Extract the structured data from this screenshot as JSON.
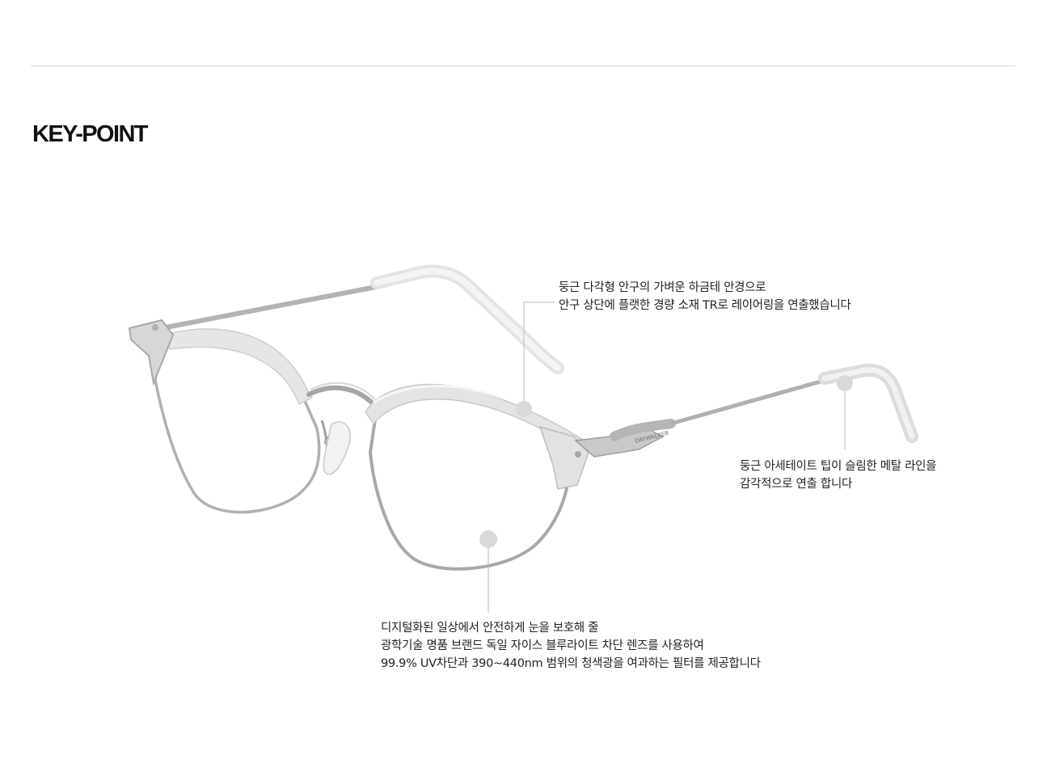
{
  "section": {
    "title": "KEY-POINT"
  },
  "product": {
    "temple_brand": "DAYWALKER"
  },
  "callouts": {
    "top": {
      "line1": "둥근 다각형 안구의 가벼운 하금테 안경으로",
      "line2": "안구 상단에 플랫한 경량 소재 TR로 레이어링을 연출했습니다"
    },
    "right": {
      "line1": "둥근 아세테이트 팁이 슬림한 메탈 라인을",
      "line2": "감각적으로 연출 합니다"
    },
    "bottom": {
      "line1": "디지털화된 일상에서 안전하게 눈을 보호해 줄",
      "line2": "광학기술 명품 브랜드 독일 자이스 블루라이트 차단 렌즈를 사용하여",
      "line3": "99.9% UV차단과 390~440nm 범위의 청색광을 여과하는 필터를 제공합니다"
    }
  },
  "colors": {
    "metal": "#a9a9a9",
    "clear_frame": "#e3e3e3",
    "marker": "#d9d9d9",
    "leader_line": "#bbbbbb",
    "rule": "#d6d6d6"
  }
}
